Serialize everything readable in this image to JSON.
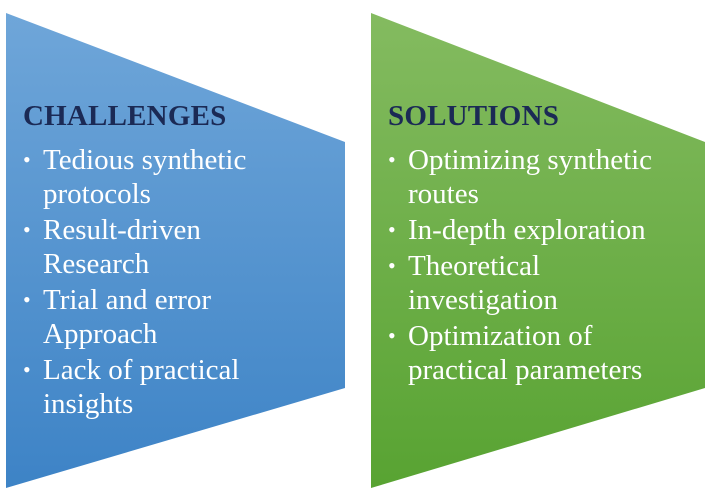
{
  "colors": {
    "challenges_top": "#6aa3d8",
    "challenges_bottom": "#3f86c8",
    "solutions_top": "#80b95c",
    "solutions_bottom": "#5aa534",
    "heading": "#1b2a55"
  },
  "challenges": {
    "title": "CHALLENGES",
    "items": [
      {
        "line1": "Tedious synthetic",
        "line2": "protocols"
      },
      {
        "line1": "Result-driven",
        "line2": "Research"
      },
      {
        "line1": "Trial and error",
        "line2": "Approach"
      },
      {
        "line1": "Lack of practical",
        "line2": "insights"
      }
    ]
  },
  "solutions": {
    "title": "SOLUTIONS",
    "items": [
      {
        "line1": "Optimizing synthetic",
        "line2": "routes"
      },
      {
        "line1": "In-depth exploration",
        "line2": ""
      },
      {
        "line1": "Theoretical",
        "line2": "investigation"
      },
      {
        "line1": "Optimization of",
        "line2": "practical parameters"
      }
    ]
  },
  "bullet": "•"
}
